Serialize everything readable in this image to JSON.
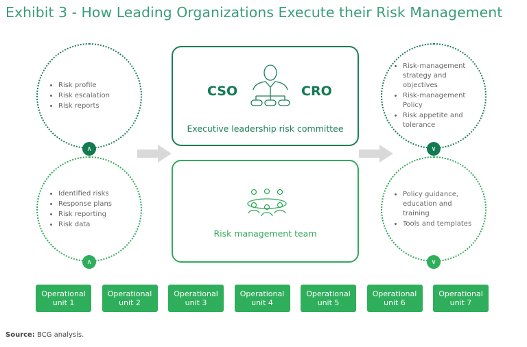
{
  "title": "Exhibit 3 - How Leading Organizations Execute their Risk Management",
  "left_top": {
    "items": [
      "Risk profile",
      "Risk escalation",
      "Risk reports"
    ],
    "icon": "chevron-up-icon"
  },
  "left_bottom": {
    "items": [
      "Identified risks",
      "Response plans",
      "Risk reporting",
      "Risk data"
    ],
    "icon": "chevron-up-icon"
  },
  "right_top": {
    "items": [
      "Risk-management strategy and objectives",
      "Risk-management Policy",
      "Risk appetite and tolerance"
    ],
    "icon": "chevron-down-icon"
  },
  "right_bottom": {
    "items": [
      "Policy guidance, education and training",
      "Tools and templates"
    ],
    "icon": "chevron-down-icon"
  },
  "exec": {
    "cso": "CSO",
    "cro": "CRO",
    "label": "Executive leadership risk committee"
  },
  "team": {
    "label": "Risk management team"
  },
  "units": [
    "Operational unit 1",
    "Operational unit 2",
    "Operational unit 3",
    "Operational unit 4",
    "Operational unit 5",
    "Operational unit 6",
    "Operational unit 7"
  ],
  "source": {
    "label": "Source:",
    "text": " BCG analysis."
  },
  "colors": {
    "dark": "#1a7f56",
    "light": "#2fae5c",
    "arrow": "#d9d9d9"
  }
}
